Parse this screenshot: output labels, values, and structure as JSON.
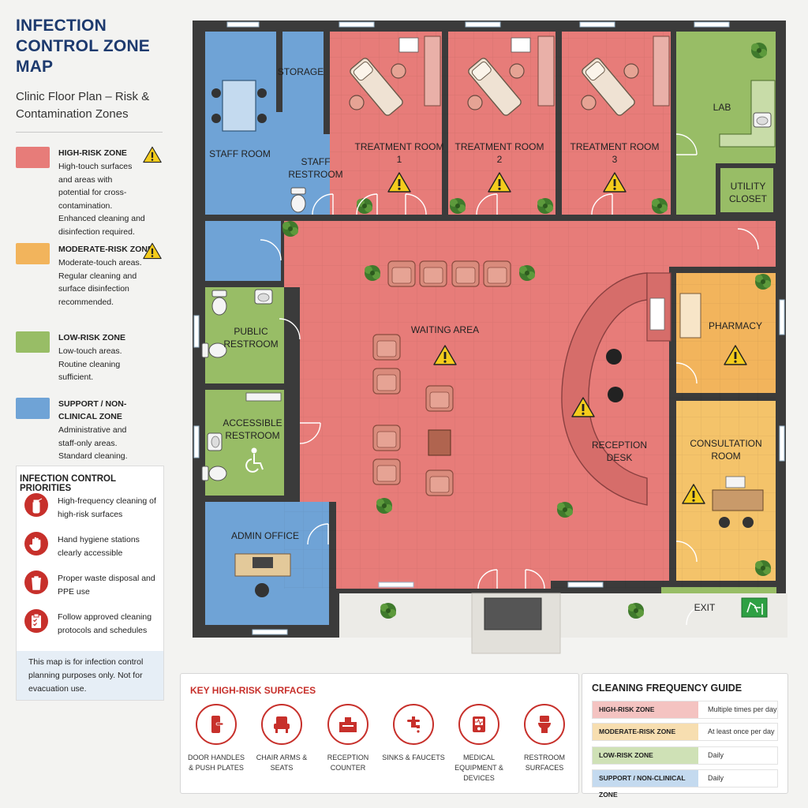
{
  "header": {
    "title": "INFECTION CONTROL ZONE MAP",
    "subtitle": "Clinic Floor Plan – Risk & Contamination Zones"
  },
  "colors": {
    "high": "#e77c79",
    "moderate": "#f2b45c",
    "low": "#98bd66",
    "support": "#6fa3d6",
    "accent_red": "#c7302b",
    "title_navy": "#1d3a6e"
  },
  "legend": [
    {
      "name": "HIGH-RISK ZONE",
      "description": "High-touch surfaces and areas with potential for cross-contamination. Enhanced cleaning and disinfection required.",
      "color": "#e77c79",
      "icon": "warning-icon"
    },
    {
      "name": "MODERATE-RISK ZONE",
      "description": "Moderate-touch areas. Regular cleaning and surface disinfection recommended.",
      "color": "#f2b45c",
      "icon": "warning-icon"
    },
    {
      "name": "LOW-RISK ZONE",
      "description": "Low-touch areas. Routine cleaning sufficient.",
      "color": "#98bd66"
    },
    {
      "name": "SUPPORT / NON-CLINICAL ZONE",
      "description": "Administrative and staff-only areas. Standard cleaning.",
      "color": "#6fa3d6"
    }
  ],
  "priorities": {
    "title": "INFECTION CONTROL PRIORITIES",
    "items": [
      {
        "text": "High-frequency cleaning of high-risk surfaces",
        "icon": "spray-bottle-icon"
      },
      {
        "text": "Hand hygiene stations clearly accessible",
        "icon": "hand-icon"
      },
      {
        "text": "Proper waste disposal and PPE use",
        "icon": "trash-bin-icon"
      },
      {
        "text": "Follow approved cleaning protocols and schedules",
        "icon": "clipboard-icon"
      }
    ],
    "note": "This map is for infection control planning purposes only. Not for evacuation use."
  },
  "rooms": {
    "storage": "STORAGE",
    "staff_room": "STAFF ROOM",
    "staff_restroom": "STAFF RESTROOM",
    "treatment_1": "TREATMENT ROOM 1",
    "treatment_2": "TREATMENT ROOM 2",
    "treatment_3": "TREATMENT ROOM 3",
    "lab": "LAB",
    "utility_closet": "UTILITY CLOSET",
    "public_restroom": "PUBLIC RESTROOM",
    "accessible_restroom": "ACCESSIBLE RESTROOM",
    "waiting_area": "WAITING AREA",
    "pharmacy": "PHARMACY",
    "reception_desk": "RECEPTION DESK",
    "consultation_room": "CONSULTATION ROOM",
    "admin_office": "ADMIN OFFICE",
    "exit": "EXIT"
  },
  "surfaces": {
    "title": "KEY HIGH-RISK SURFACES",
    "items": [
      {
        "label": "DOOR HANDLES & PUSH PLATES",
        "icon": "door-handle-icon"
      },
      {
        "label": "CHAIR ARMS & SEATS",
        "icon": "chair-icon"
      },
      {
        "label": "RECEPTION COUNTER",
        "icon": "counter-icon"
      },
      {
        "label": "SINKS & FAUCETS",
        "icon": "faucet-icon"
      },
      {
        "label": "MEDICAL EQUIPMENT & DEVICES",
        "icon": "medical-device-icon"
      },
      {
        "label": "RESTROOM SURFACES",
        "icon": "toilet-icon"
      }
    ]
  },
  "frequency": {
    "title": "CLEANING FREQUENCY GUIDE",
    "rows": [
      {
        "zone": "HIGH-RISK ZONE",
        "value": "Multiple times per day",
        "color": "#f4c3c1"
      },
      {
        "zone": "MODERATE-RISK ZONE",
        "value": "At least once per day",
        "color": "#f7deb0"
      },
      {
        "zone": "LOW-RISK ZONE",
        "value": "Daily",
        "color": "#cfe1b6"
      },
      {
        "zone": "SUPPORT / NON-CLINICAL ZONE",
        "value": "Daily",
        "color": "#c4daef"
      }
    ]
  }
}
